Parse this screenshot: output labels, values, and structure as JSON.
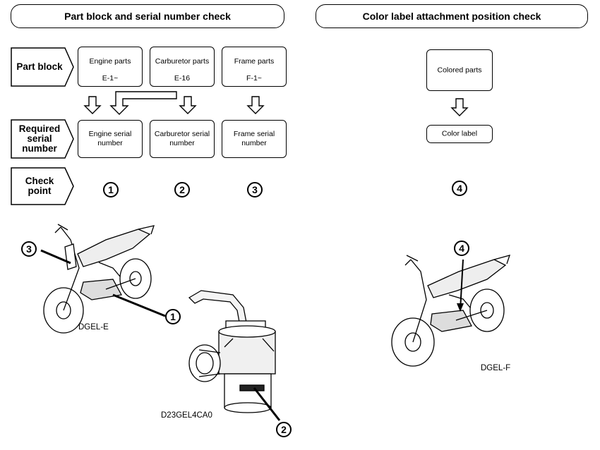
{
  "left_header": "Part block and serial number check",
  "right_header": "Color label attachment position check",
  "rows": {
    "part_block": "Part block",
    "required_serial": [
      "Required",
      "serial",
      "number"
    ],
    "check_point": [
      "Check",
      "point"
    ]
  },
  "part_boxes": [
    {
      "name": "Engine parts",
      "code": "E-1~"
    },
    {
      "name": "Carburetor parts",
      "code": "E-16"
    },
    {
      "name": "Frame parts",
      "code": "F-1~"
    }
  ],
  "serial_boxes": [
    [
      "Engine serial",
      "number"
    ],
    [
      "Carburetor serial",
      "number"
    ],
    [
      "Frame serial",
      "number"
    ]
  ],
  "check_points": [
    "1",
    "2",
    "3"
  ],
  "colored_parts": "Colored parts",
  "color_label": "Color label",
  "color_check_point": "4",
  "illustrations": {
    "bike_left_code": "DGEL-E",
    "carb_code": "D23GEL4CA0",
    "bike_right_code": "DGEL-F",
    "callout_bike_left_frame": "3",
    "callout_bike_left_engine": "1",
    "callout_carb": "2",
    "callout_bike_right": "4"
  }
}
